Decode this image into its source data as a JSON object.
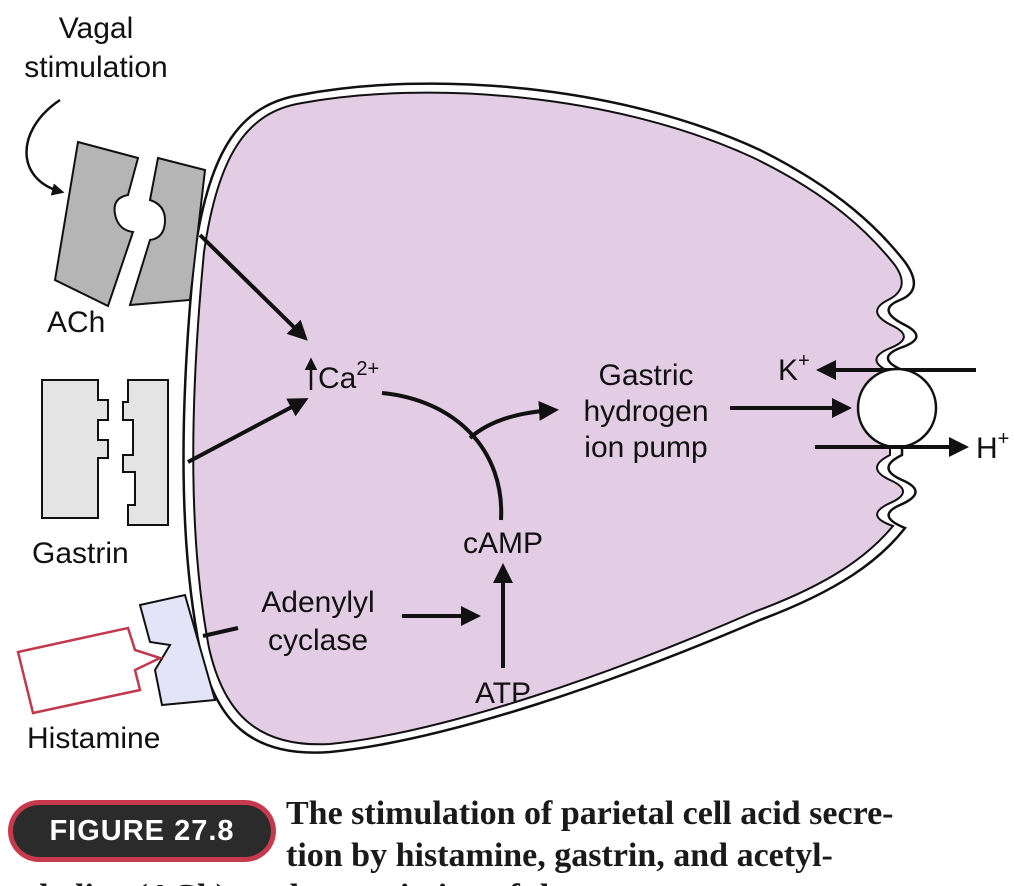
{
  "labels": {
    "vagal_line1": "Vagal",
    "vagal_line2": "stimulation",
    "ach": "ACh",
    "gastrin": "Gastrin",
    "histamine": "Histamine",
    "ca": "Ca",
    "ca_sup": "2+",
    "camp": "cAMP",
    "atp": "ATP",
    "adenylyl_line1": "Adenylyl",
    "adenylyl_line2": "cyclase",
    "pump_line1": "Gastric",
    "pump_line2": "hydrogen",
    "pump_line3": "ion pump",
    "k": "K",
    "h": "H",
    "ion_sup": "+"
  },
  "caption": {
    "badge": "FIGURE 27.8",
    "text_line1": "The stimulation of parietal cell acid secre-",
    "text_line2": "tion by histamine, gastrin, and acetyl-",
    "text_line3": "choline (ACh), and potentiation of the"
  },
  "colors": {
    "cell_fill": "#e3cde4",
    "ach_receptor": "#b5b5b5",
    "gastrin_receptor": "#e4e4e4",
    "histamine_receptor": "#e4e4f8",
    "histamine_outline": "#c0394d",
    "badge_border": "#c73a4e",
    "badge_fill": "#2b2b2b"
  }
}
